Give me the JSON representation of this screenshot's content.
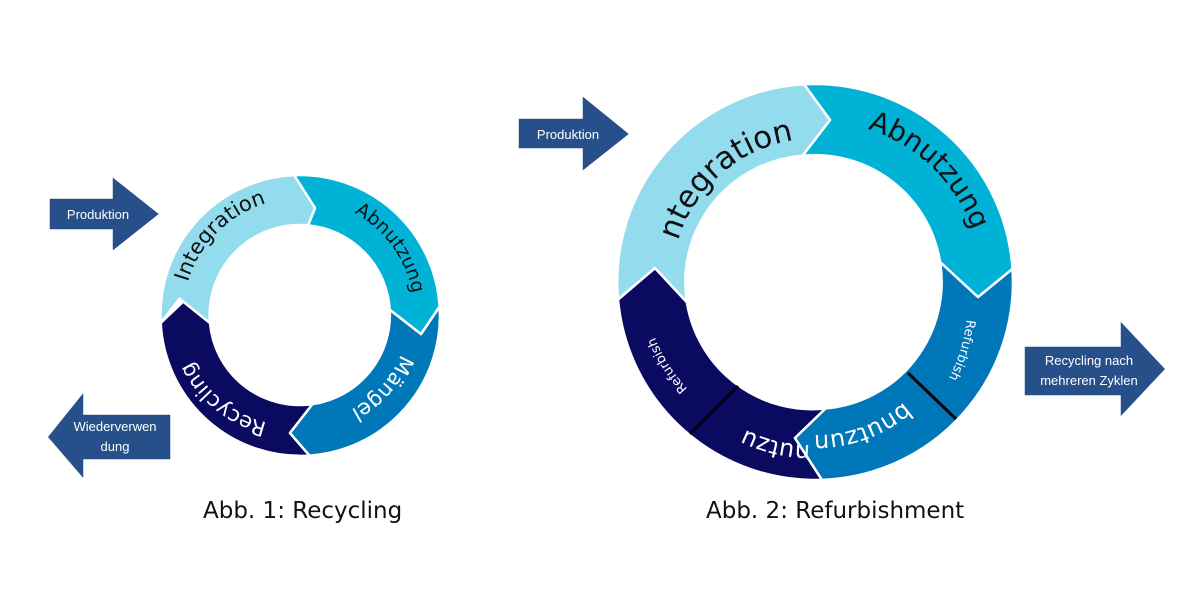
{
  "colors": {
    "light_cyan": "#93dced",
    "cyan": "#00b2d6",
    "mid_blue": "#0077b8",
    "navy": "#0a0a60",
    "arrow_blue": "#27508a",
    "white": "#ffffff",
    "separator": "#000000"
  },
  "figure1": {
    "caption": "Abb. 1: Recycling",
    "arrow_in": "Produktion",
    "arrow_out_lines": [
      "Wiederverwen",
      "dung"
    ],
    "segments": [
      "Integration",
      "Abnutzung",
      "Mängel",
      "Recycling"
    ]
  },
  "figure2": {
    "caption": "Abb. 2: Refurbishment",
    "arrow_in": "Produktion",
    "arrow_out_lines": [
      "Recycling nach",
      "mehreren Zyklen"
    ],
    "segments": [
      "Integration",
      "Abnutzung",
      "Refurbish",
      "Abnutzung",
      "Abnutzung",
      "Refurbish"
    ]
  }
}
